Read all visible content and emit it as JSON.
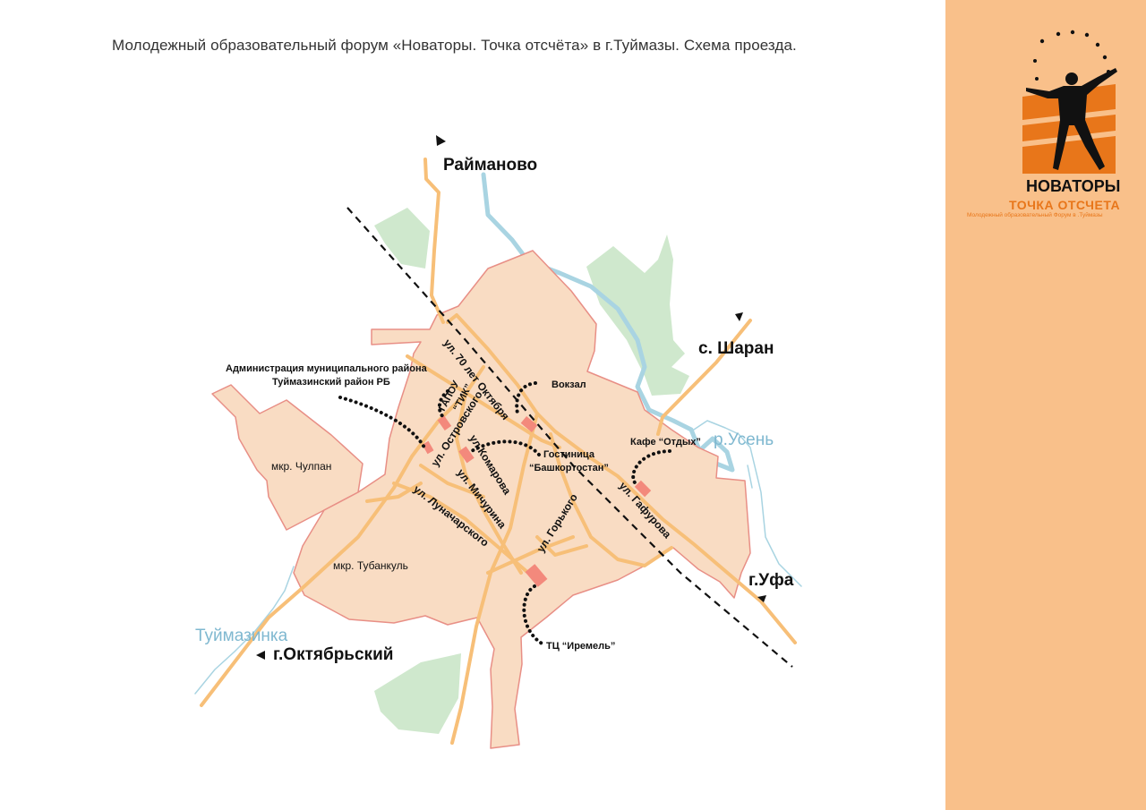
{
  "page": {
    "title": "Молодежный образовательный форум «Новаторы. Точка отсчёта» в г.Туймазы. Схема проезда."
  },
  "logo": {
    "title": "НОВАТОРЫ",
    "subtitle": "ТОЧКА ОТСЧЕТА",
    "tagline": "Молодежный образовательный Форум в .Туймазы",
    "colors": {
      "panel": "#f9c08a",
      "accent": "#e8761a",
      "silhouette": "#111111"
    }
  },
  "map": {
    "colors": {
      "city": "#f9dcc3",
      "city_border": "#e88f86",
      "road": "#f7bf78",
      "water": "#a9d4e2",
      "park": "#cfe8cd",
      "landmark": "#f3897c",
      "railway": "#111111"
    },
    "destinations": {
      "raimanovo": "Райманово",
      "sharan": "с. Шаран",
      "ufa": "г.Уфа",
      "oktyabrsky": "г.Октябрьский"
    },
    "rivers": {
      "usen": "р.Усень",
      "tuymazinka": "Туймазинка"
    },
    "districts": {
      "chulpan": "мкр. Чулпан",
      "tubankul": "мкр. Тубанкуль"
    },
    "streets": {
      "let70": "ул. 70 лет Октября",
      "ostrovskogo": "ул. Островского",
      "komarova": "ул.Комарова",
      "michurina": "ул. Мичурина",
      "lunacharskogo": "ул. Луначарского",
      "gorkogo": "ул. Горького",
      "gafurova": "ул. Гафурова"
    },
    "landmarks": {
      "admin_line1": "Администрация муниципального района",
      "admin_line2": "Туймазинский район РБ",
      "gapou_line1": "ГАПОУ",
      "gapou_line2": "“ТИК”",
      "vokzal": "Вокзал",
      "hotel_line1": "Гостиница",
      "hotel_line2": "“Башкортостан”",
      "cafe": "Кафе “Отдых”",
      "mall": "ТЦ “Иремель”"
    }
  }
}
